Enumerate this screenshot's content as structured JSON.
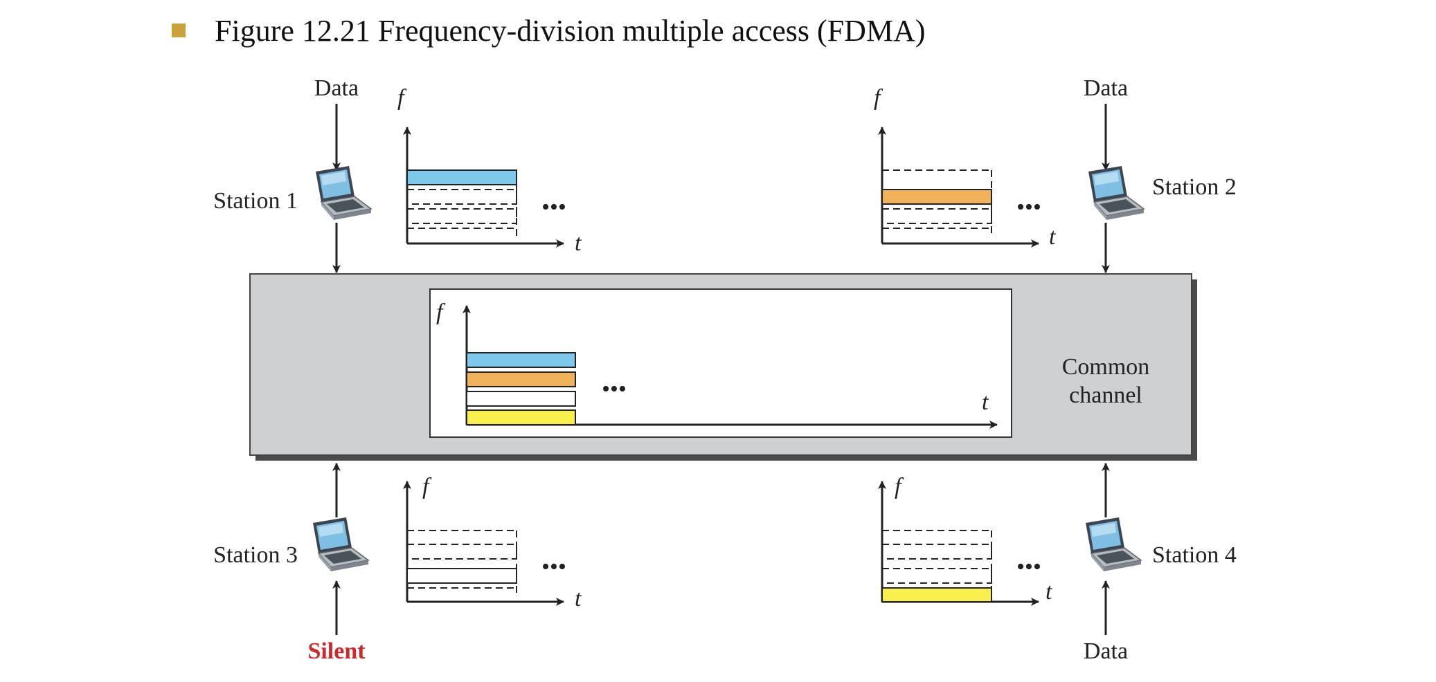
{
  "figure": {
    "title": "Figure 12.21  Frequency-division multiple access (FDMA)"
  },
  "stations": [
    {
      "name": "Station 1",
      "input": "Data",
      "band_index": 0
    },
    {
      "name": "Station 2",
      "input": "Data",
      "band_index": 1
    },
    {
      "name": "Station 3",
      "input": "Silent",
      "band_index": 2
    },
    {
      "name": "Station 4",
      "input": "Data",
      "band_index": 3
    }
  ],
  "channel": {
    "line1": "Common",
    "line2": "channel"
  },
  "axes": {
    "f": "f",
    "t": "t"
  },
  "ellipsis": "•••",
  "colors": {
    "band_1": "#7ec8ec",
    "band_2": "#f0b25a",
    "band_3": "#ffffff",
    "band_4": "#f9f04e",
    "channel_bg": "#cfd0d2",
    "silent": "#cc2a2a",
    "bullet": "#c9a23a"
  },
  "icons": [
    "laptop-icon"
  ]
}
